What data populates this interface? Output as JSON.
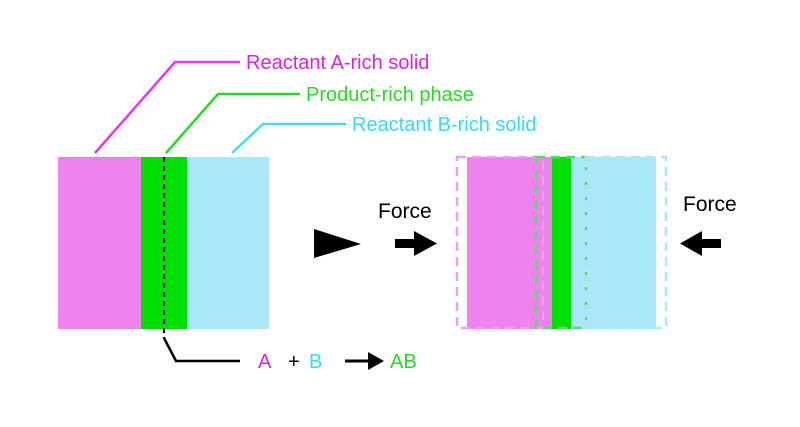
{
  "labels": {
    "reactant_a": "Reactant A-rich solid",
    "product": "Product-rich phase",
    "reactant_b": "Reactant B-rich solid"
  },
  "reaction": {
    "a": "A",
    "plus": "+",
    "b": "B",
    "product": "AB"
  },
  "force_left": "Force",
  "force_right": "Force",
  "colors": {
    "reactant_a": "#ee82ee",
    "reactant_a_label": "#e020e0",
    "product": "#00e000",
    "reactant_b": "#aae8f8",
    "reactant_b_label": "#33ddee",
    "product_label": "#22dd22",
    "arrow": "#000000"
  }
}
